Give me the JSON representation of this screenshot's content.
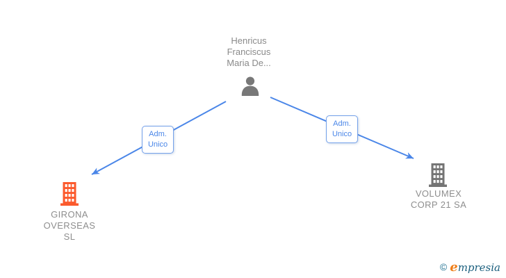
{
  "diagram": {
    "person": {
      "line1": "Henricus",
      "line2": "Franciscus",
      "line3": "Maria De..."
    },
    "edge_left": {
      "label_line1": "Adm.",
      "label_line2": "Unico"
    },
    "edge_right": {
      "label_line1": "Adm.",
      "label_line2": "Unico"
    },
    "company_left": {
      "line1": "GIRONA",
      "line2": "OVERSEAS",
      "line3": "SL"
    },
    "company_right": {
      "line1": "VOLUMEX",
      "line2": "CORP 21 SA"
    }
  },
  "footer": {
    "copyright_symbol": "©",
    "brand_e": "e",
    "brand_rest": "mpresia"
  },
  "colors": {
    "edge_blue": "#4a86e8",
    "edge_box_border": "#74a1ea",
    "person_icon_gray": "#787878",
    "company_left_icon_orange": "#fb5a2d",
    "company_right_icon_gray": "#757575",
    "label_text_gray": "#8a8a8a",
    "logo_teal": "#1b5f7e",
    "logo_orange": "#ef7f1a"
  }
}
